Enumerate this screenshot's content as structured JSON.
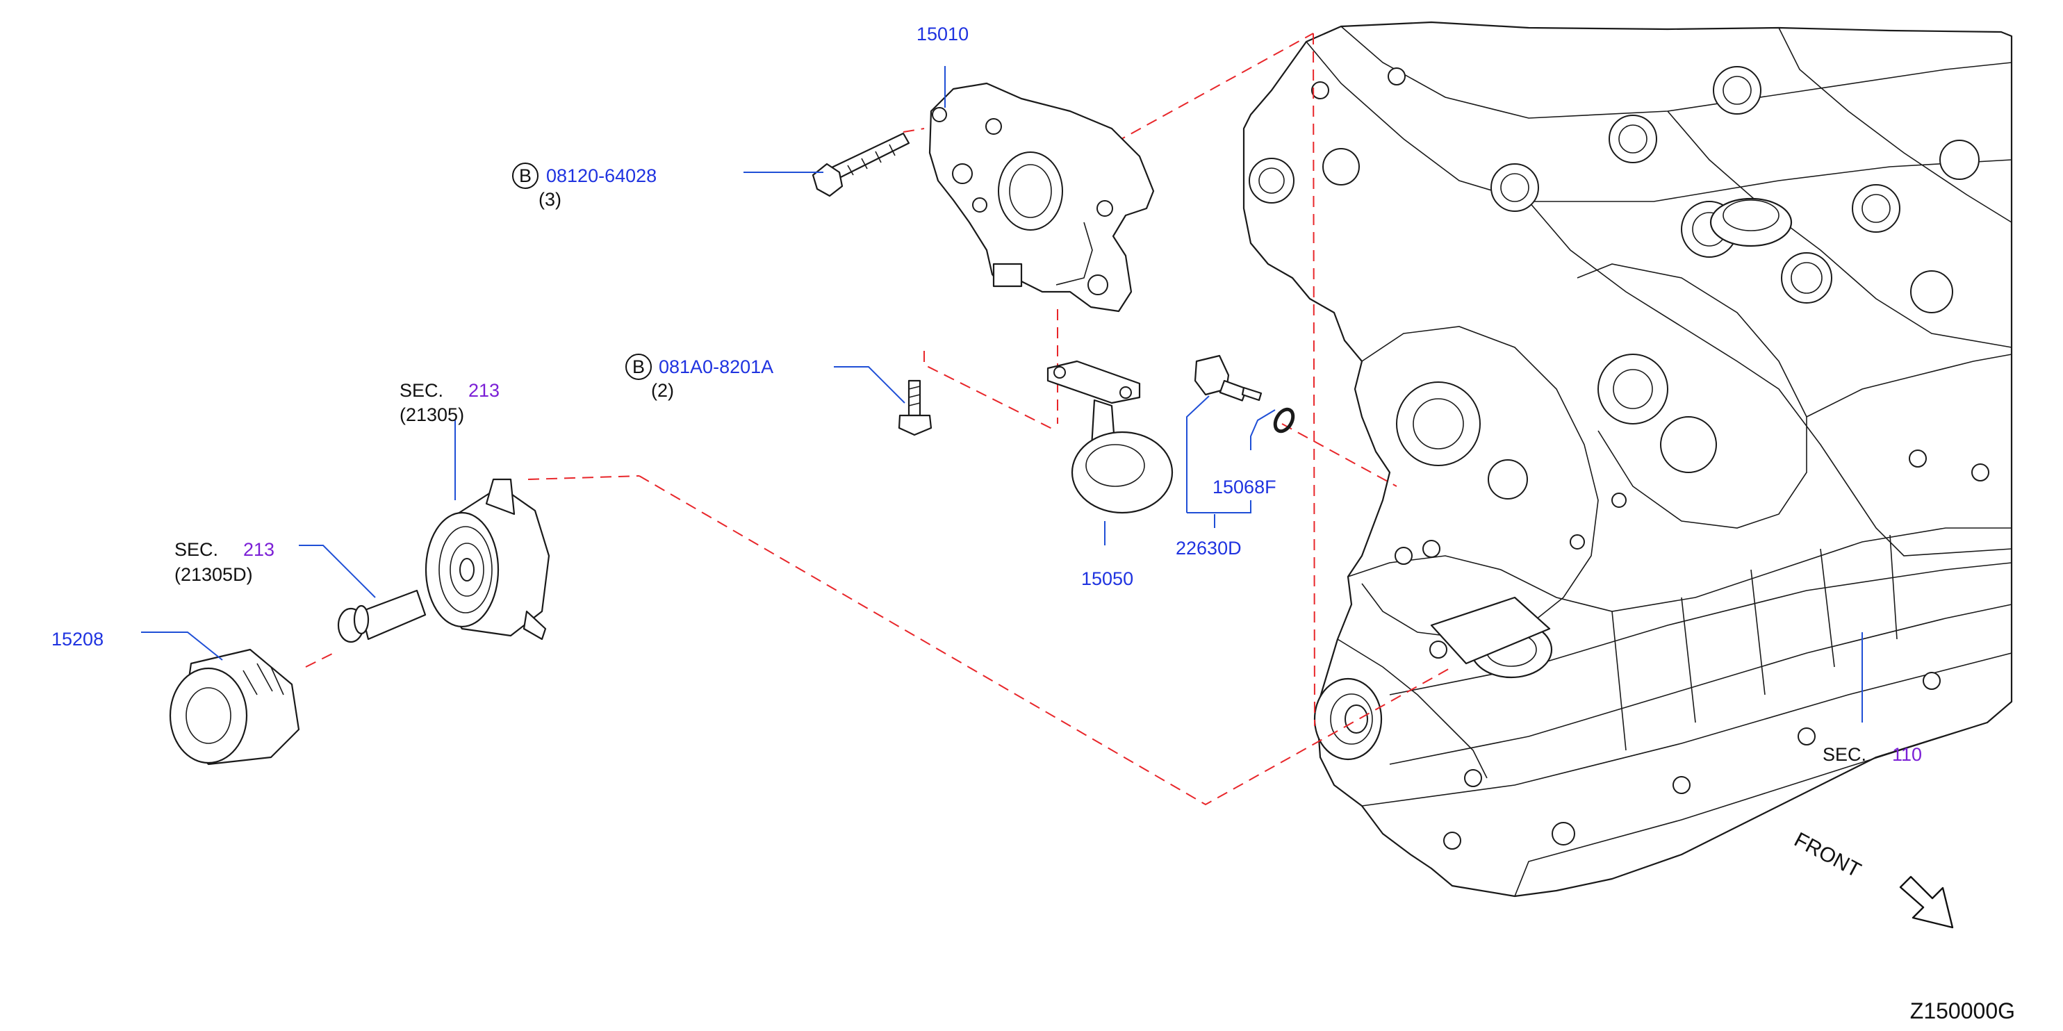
{
  "colors": {
    "part_number": "#1f33e0",
    "section_number": "#7b1fd6",
    "leader_line": "#1f4fd6",
    "phantom_line": "#e8262a",
    "outline": "#1a1a1a",
    "background": "#ffffff"
  },
  "callouts": {
    "oil_pump": {
      "part_number": "15010"
    },
    "pump_bolt": {
      "bolt_marker": "B",
      "part_number": "08120-64028",
      "quantity": "(3)"
    },
    "strainer_bolt": {
      "bolt_marker": "B",
      "part_number": "081A0-8201A",
      "quantity": "(2)"
    },
    "oil_strainer": {
      "part_number": "15050"
    },
    "o_ring": {
      "part_number": "15068F"
    },
    "pressure_switch": {
      "part_number": "22630D"
    },
    "oil_filter": {
      "part_number": "15208"
    },
    "oil_cooler": {
      "sec_label": "SEC.",
      "sec_number": "213",
      "ref": "(21305)"
    },
    "connector": {
      "sec_label": "SEC.",
      "sec_number": "213",
      "ref": "(21305D)"
    },
    "engine_block": {
      "sec_label": "SEC.",
      "sec_number": "110"
    }
  },
  "front_indicator": {
    "label": "FRONT",
    "icon": "outlined-arrow-down-right-icon"
  },
  "figure_id": "Z150000G"
}
